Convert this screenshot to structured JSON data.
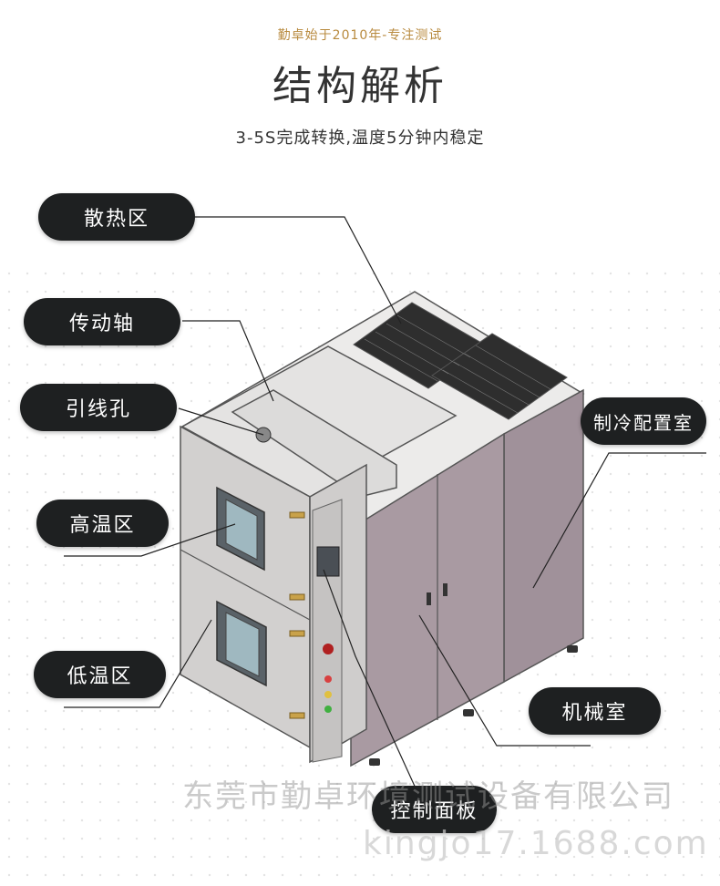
{
  "header": {
    "subtitle": "勤卓始于2010年-专注测试",
    "title": "结构解析",
    "tagline": "3-5S完成转换,温度5分钟内稳定"
  },
  "labels": {
    "heat_zone": "散热区",
    "drive_shaft": "传动轴",
    "cable_hole": "引线孔",
    "high_temp": "高温区",
    "low_temp": "低温区",
    "cooling_room": "制冷配置室",
    "machine_room": "机械室",
    "control_panel": "控制面板"
  },
  "watermark": {
    "company": "东莞市勤卓环境测试设备有限公司",
    "site": "kingjo17.1688.com"
  },
  "colors": {
    "pill": "#1e2021",
    "accent": "#b88a3e",
    "cabinet": "#9e9098",
    "door": "#d2d0cf"
  }
}
